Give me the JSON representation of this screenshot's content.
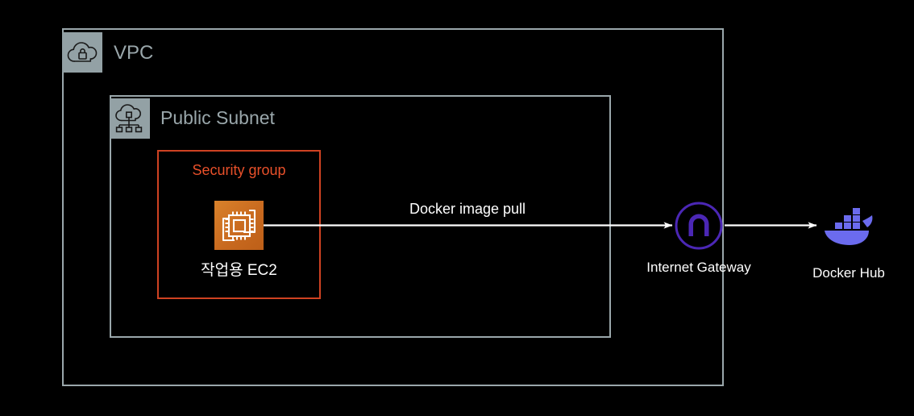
{
  "diagram": {
    "title": "AWS VPC Docker image pull architecture",
    "background_color": "#000000",
    "groups": [
      {
        "id": "vpc",
        "label": "VPC",
        "icon": "vpc-cloud-lock-icon",
        "border_color": "#9aa7ab",
        "label_color": "#9aa7ab"
      },
      {
        "id": "public-subnet",
        "label": "Public Subnet",
        "icon": "public-subnet-cloud-network-icon",
        "border_color": "#9aa7ab",
        "label_color": "#9aa7ab"
      },
      {
        "id": "security-group",
        "label": "Security group",
        "border_color": "#cf4222",
        "label_color": "#e8502a"
      }
    ],
    "nodes": [
      {
        "id": "ec2",
        "label": "작업용 EC2",
        "icon": "ec2-instance-icon",
        "icon_color": "#d9822b",
        "label_color": "#ffffff"
      },
      {
        "id": "internet-gateway",
        "label": "Internet Gateway",
        "icon": "internet-gateway-icon",
        "icon_color": "#4b27b5",
        "label_color": "#ffffff"
      },
      {
        "id": "docker-hub",
        "label": "Docker Hub",
        "icon": "docker-whale-icon",
        "icon_color": "#6b6bee",
        "label_color": "#ffffff"
      }
    ],
    "edges": [
      {
        "id": "ec2-to-igw",
        "from": "ec2",
        "to": "internet-gateway",
        "label": "Docker image pull",
        "color": "#ffffff",
        "label_color": "#ffffff"
      },
      {
        "id": "igw-to-docker-hub",
        "from": "internet-gateway",
        "to": "docker-hub",
        "label": "",
        "color": "#ffffff"
      }
    ]
  }
}
